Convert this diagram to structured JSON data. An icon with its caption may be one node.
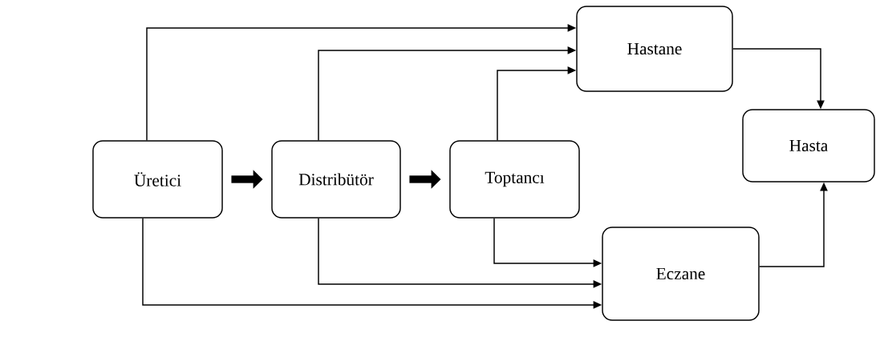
{
  "diagram": {
    "nodes": [
      {
        "text": [
          "Üretici"
        ]
      },
      {
        "text": [
          "Distribütör"
        ]
      },
      {
        "text": [
          "Toptancı"
        ]
      },
      {
        "text": [
          "Hastane"
        ]
      },
      {
        "text": [
          "Hasta"
        ]
      },
      {
        "text": [
          "Eczane"
        ]
      }
    ],
    "edges": [
      {
        "from": 0,
        "to": 1,
        "arrow": "to",
        "style": "thick"
      },
      {
        "from": 1,
        "to": 2,
        "arrow": "to",
        "style": "thick"
      },
      {
        "from": 0,
        "to": 3,
        "arrow": "to"
      },
      {
        "from": 1,
        "to": 3,
        "arrow": "to"
      },
      {
        "from": 2,
        "to": 3,
        "arrow": "to"
      },
      {
        "from": 3,
        "to": 4,
        "arrow": "to"
      },
      {
        "from": 5,
        "to": 4,
        "arrow": "to"
      },
      {
        "from": 2,
        "to": 5,
        "arrow": "to"
      },
      {
        "from": 1,
        "to": 5,
        "arrow": "to"
      },
      {
        "from": 0,
        "to": 5,
        "arrow": "to"
      }
    ]
  }
}
